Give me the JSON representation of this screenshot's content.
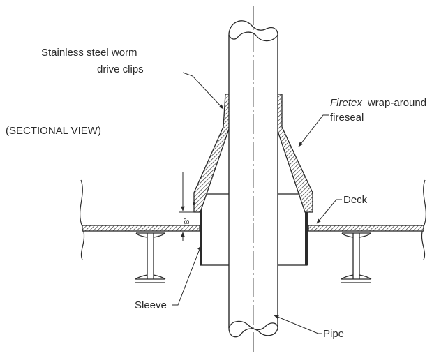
{
  "labels": {
    "clips_line1": "Stainless steel worm",
    "clips_line2": "drive clips",
    "fireseal_brand": "Firetex",
    "fireseal_rest": "wrap-around",
    "fireseal_line2": "fireseal",
    "view": "(SECTIONAL VIEW)",
    "deck": "Deck",
    "sleeve": "Sleeve",
    "pipe": "Pipe",
    "dimension": "'B'"
  },
  "colors": {
    "line": "#2a2a2a",
    "background": "#ffffff"
  }
}
